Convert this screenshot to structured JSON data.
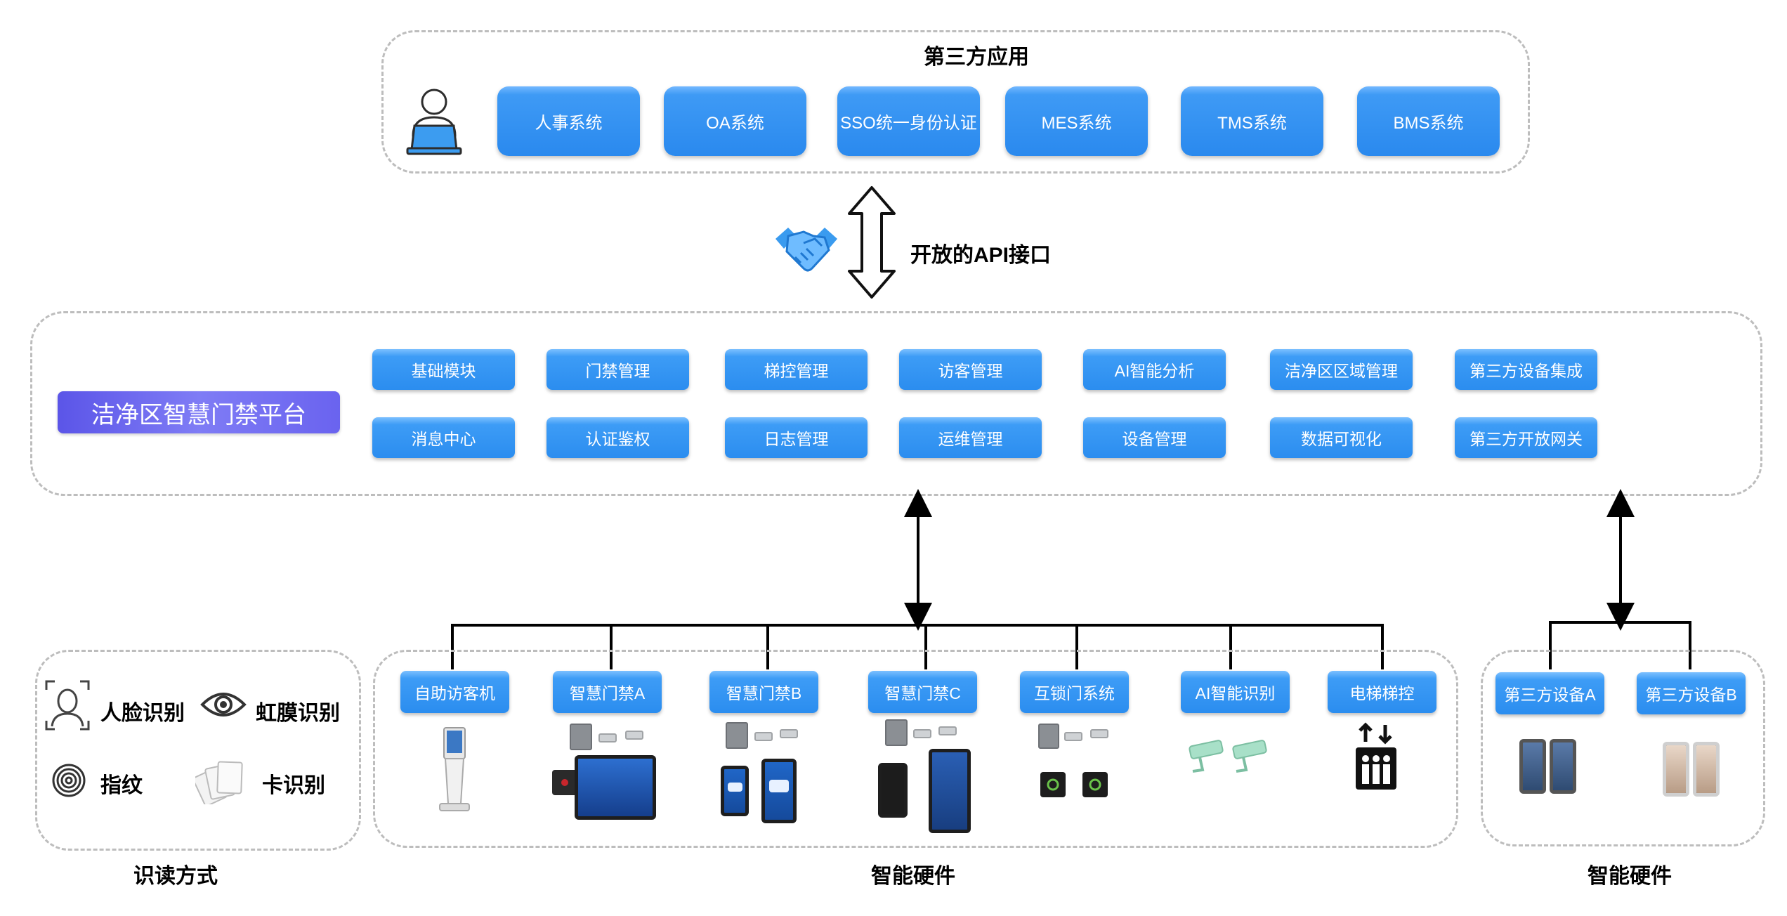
{
  "top": {
    "title": "第三方应用",
    "apps": [
      "人事系统",
      "OA系统",
      "SSO统一身份认证",
      "MES系统",
      "TMS系统",
      "BMS系统"
    ]
  },
  "api": {
    "label": "开放的API接口"
  },
  "platform": {
    "name": "洁净区智慧门禁平台",
    "modules_row1": [
      "基础模块",
      "门禁管理",
      "梯控管理",
      "访客管理",
      "AI智能分析",
      "洁净区区域管理",
      "第三方设备集成"
    ],
    "modules_row2": [
      "消息中心",
      "认证鉴权",
      "日志管理",
      "运维管理",
      "设备管理",
      "数据可视化",
      "第三方开放网关"
    ]
  },
  "reading": {
    "title": "识读方式",
    "methods": [
      "人脸识别",
      "虹膜识别",
      "指纹",
      "卡识别"
    ]
  },
  "hardware": {
    "title": "智能硬件",
    "devices": [
      "自助访客机",
      "智慧门禁A",
      "智慧门禁B",
      "智慧门禁C",
      "互锁门系统",
      "AI智能识别",
      "电梯梯控"
    ]
  },
  "third_hardware": {
    "title": "智能硬件",
    "devices": [
      "第三方设备A",
      "第三方设备B"
    ]
  },
  "colors": {
    "button_blue": "#2b8def",
    "platform_purple": "#6a63ef",
    "dash_gray": "#bdbdbd"
  },
  "icons": [
    "user-laptop-icon",
    "handshake-icon",
    "double-arrow-icon",
    "face-icon",
    "iris-icon",
    "fingerprint-icon",
    "cards-icon",
    "elevator-icon",
    "camera-icon"
  ]
}
